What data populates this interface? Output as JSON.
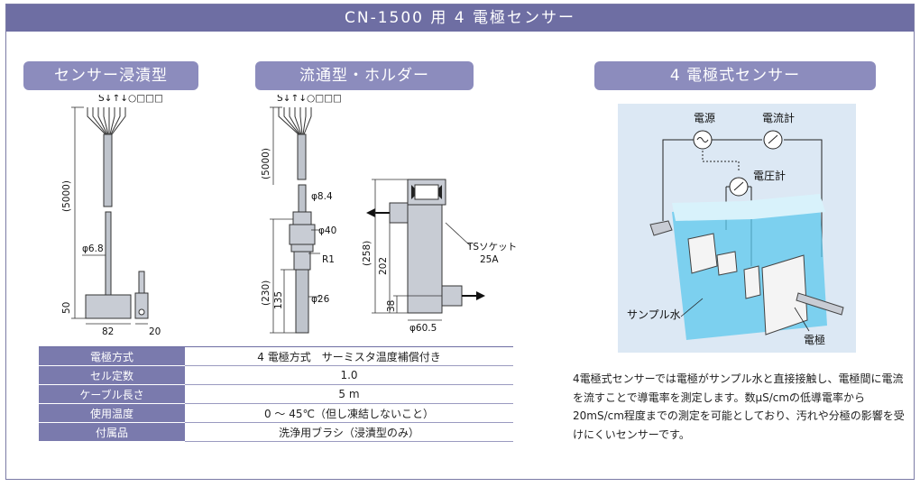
{
  "title": "CN-1500 用 4 電極センサー",
  "sections": {
    "immersion": "センサー浸漬型",
    "flow": "流通型・ホルダー",
    "four_electrode": "4 電極式センサー"
  },
  "wire_labels": "S↓↑↓○□□□",
  "immersion_dims": {
    "cable_length": "(5000)",
    "diameter": "φ6.8",
    "height": "50",
    "width": "82",
    "brush_width": "20"
  },
  "flow_dims": {
    "cable_length": "(5000)",
    "cable_diameter": "φ8.4",
    "body_diameter": "φ40",
    "thread": "R1",
    "total_length": "(230)",
    "insert_length": "135",
    "tip_diameter": "φ26"
  },
  "holder_dims": {
    "height": "(258)",
    "inlet_height": "202",
    "outlet_height": "38",
    "diameter": "φ60.5",
    "socket_label": "TSソケット",
    "socket_size": "25A"
  },
  "diagram_labels": {
    "power": "電源",
    "ammeter": "電流計",
    "voltmeter": "電圧計",
    "sample_water": "サンプル水",
    "electrode": "電極"
  },
  "spec_rows": [
    {
      "key": "電極方式",
      "value": "4 電極方式　サーミスタ温度補償付き"
    },
    {
      "key": "セル定数",
      "value": "1.0"
    },
    {
      "key": "ケーブル長さ",
      "value": "5 m"
    },
    {
      "key": "使用温度",
      "value": "0 〜 45℃（但し凍結しないこと）"
    },
    {
      "key": "付属品",
      "value": "洗浄用ブラシ（浸漬型のみ）"
    }
  ],
  "description": "4電極式センサーでは電極がサンプル水と直接接触し、電極間に電流を流すことで導電率を測定します。数μS/cmの低導電率から20mS/cm程度までの測定を可能としており、汚れや分極の影響を受けにくいセンサーです。",
  "colors": {
    "title_bg": "#6e6ea3",
    "pill_bg": "#8c8cbd",
    "table_key_bg": "#7a7aad",
    "water": "#5cc8ee",
    "diagram_bg": "#dce8f4"
  }
}
